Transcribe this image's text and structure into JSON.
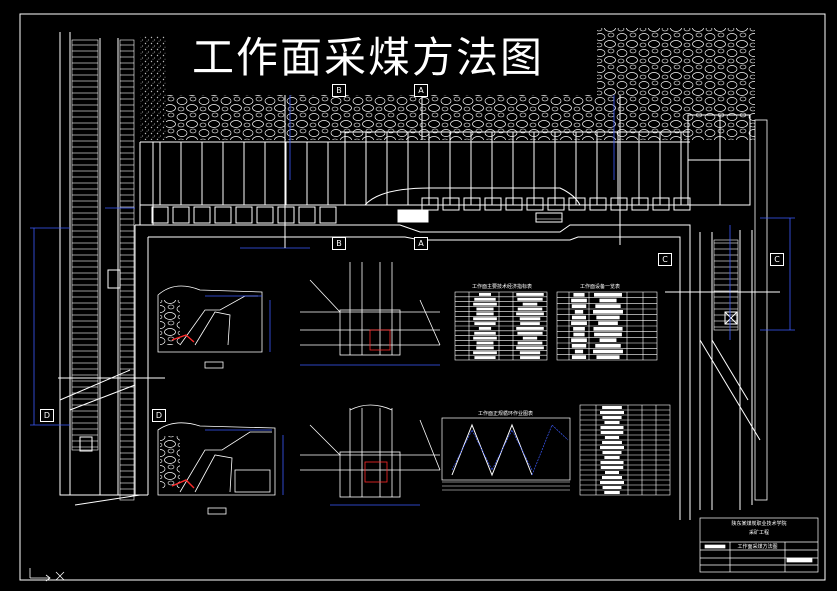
{
  "drawing": {
    "title": "工作面采煤方法图",
    "section_labels": [
      "A",
      "A",
      "B",
      "B",
      "C",
      "C",
      "D",
      "D"
    ],
    "table_titles": [
      "工作面主要技术经济指标表",
      "工作面设备一览表",
      "工作面正规循环作业图表"
    ],
    "title_block": {
      "institution": "陕东某煤炭职业技术学院",
      "department": "采矿工程",
      "drawing_name": "工作面采煤方法图"
    }
  },
  "colors": {
    "background": "#000000",
    "lines": "#ffffff",
    "dimensions": "#3d5cff",
    "highlight": "#ff2a2a"
  }
}
